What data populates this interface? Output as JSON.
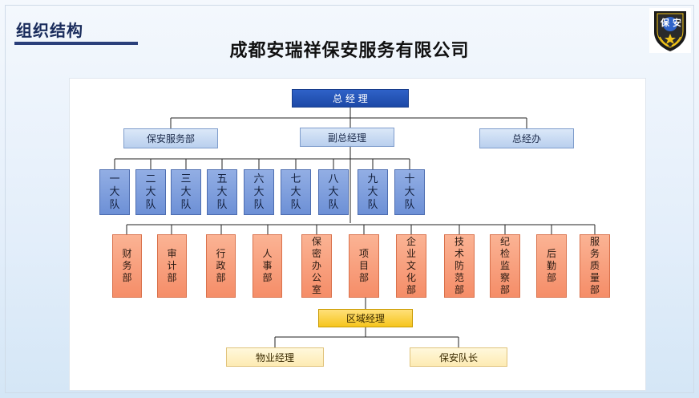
{
  "header": {
    "section_title": "组织结构",
    "company_name": "成都安瑞祥保安服务有限公司"
  },
  "logo": {
    "text_left": "保",
    "text_right": "安",
    "colors": {
      "shield": "#1b1b1b",
      "emblem": "#2e63c9",
      "accent": "#f2c419"
    }
  },
  "org_chart": {
    "top": "总 经 理",
    "level2": {
      "security_dept": "保安服务部",
      "deputy_gm": "副总经理",
      "gm_office": "总经办"
    },
    "teams": [
      "一大队",
      "二大队",
      "三大队",
      "五大队",
      "六大队",
      "七大队",
      "八大队",
      "九大队",
      "十大队"
    ],
    "departments": [
      "财务部",
      "审计部",
      "行政部",
      "人事部",
      "保密办公室",
      "项目部",
      "企业文化部",
      "技术防范部",
      "纪检监察部",
      "后勤部",
      "服务质量部"
    ],
    "region_manager": "区域经理",
    "bottom": {
      "property_manager": "物业经理",
      "security_captain": "保安队长"
    }
  },
  "colors": {
    "top_box": "#1f4aa8",
    "level2_box": "#c9dbf2",
    "team_box": "#7d9ddc",
    "dept_box": "#f7996f",
    "region_box": "#f6c51d",
    "bottom_box": "#fdeec0",
    "connector": "#222222"
  }
}
